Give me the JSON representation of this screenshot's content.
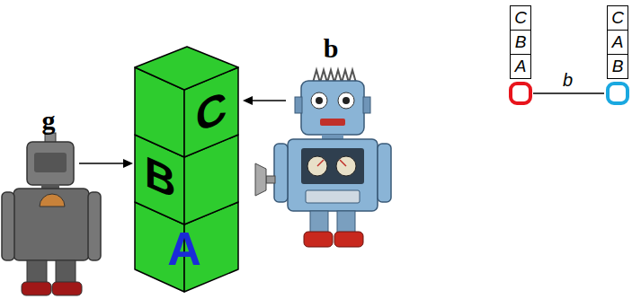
{
  "diagram": {
    "nodes": [
      {
        "text": [
          "g"
        ]
      },
      {
        "text": [
          "C"
        ]
      },
      {
        "text": [
          "B"
        ]
      },
      {
        "text": [
          "A"
        ]
      },
      {
        "text": [
          "b"
        ]
      },
      {
        "text": [
          "C"
        ]
      },
      {
        "text": [
          "B"
        ]
      },
      {
        "text": [
          "A"
        ]
      },
      {
        "text": [
          "C"
        ]
      },
      {
        "text": [
          "A"
        ]
      },
      {
        "text": [
          "B"
        ]
      }
    ],
    "edges": [
      {
        "from": 0,
        "to": 2,
        "arrow": "to"
      },
      {
        "from": 4,
        "to": 1,
        "arrow": "to"
      }
    ],
    "labels": [
      "b"
    ]
  }
}
